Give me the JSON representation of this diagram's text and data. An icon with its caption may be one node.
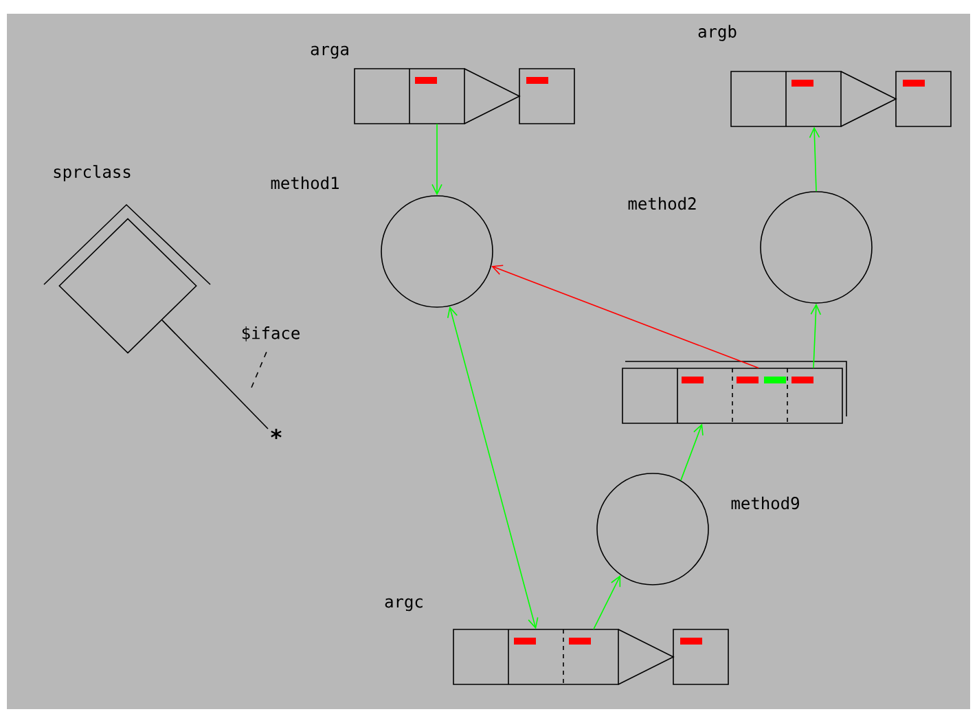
{
  "diagram": {
    "nodes": [
      {
        "text": [],
        "shape": "box",
        "beside": [
          "arga"
        ]
      },
      {
        "text": [],
        "shape": "box",
        "beside": [
          "argb"
        ]
      },
      {
        "text": [],
        "shape": "diamond",
        "beside": [
          "sprclass"
        ]
      },
      {
        "text": [],
        "shape": "circle",
        "beside": [
          "method1"
        ]
      },
      {
        "text": [],
        "shape": "circle",
        "beside": [
          "method2"
        ]
      },
      {
        "text": [],
        "shape": "box"
      },
      {
        "text": [],
        "shape": "circle",
        "beside": [
          "method9"
        ]
      },
      {
        "text": [],
        "shape": "box",
        "beside": [
          "argc"
        ]
      },
      {
        "text": [
          "*"
        ]
      }
    ],
    "edges": [
      {
        "from": 0,
        "to": 3,
        "arrow": "to"
      },
      {
        "from": 3,
        "to": 7,
        "arrow": "both"
      },
      {
        "from": 7,
        "to": 6,
        "arrow": "to"
      },
      {
        "from": 6,
        "to": 5,
        "arrow": "to"
      },
      {
        "from": 5,
        "to": 4,
        "arrow": "to"
      },
      {
        "from": 4,
        "to": 1,
        "arrow": "to"
      },
      {
        "from": 5,
        "to": 3,
        "arrow": "to",
        "color": "#ff0000"
      },
      {
        "from": 2,
        "to": 8,
        "arrow": "none",
        "color": "#000000",
        "label": "$iface"
      }
    ]
  }
}
